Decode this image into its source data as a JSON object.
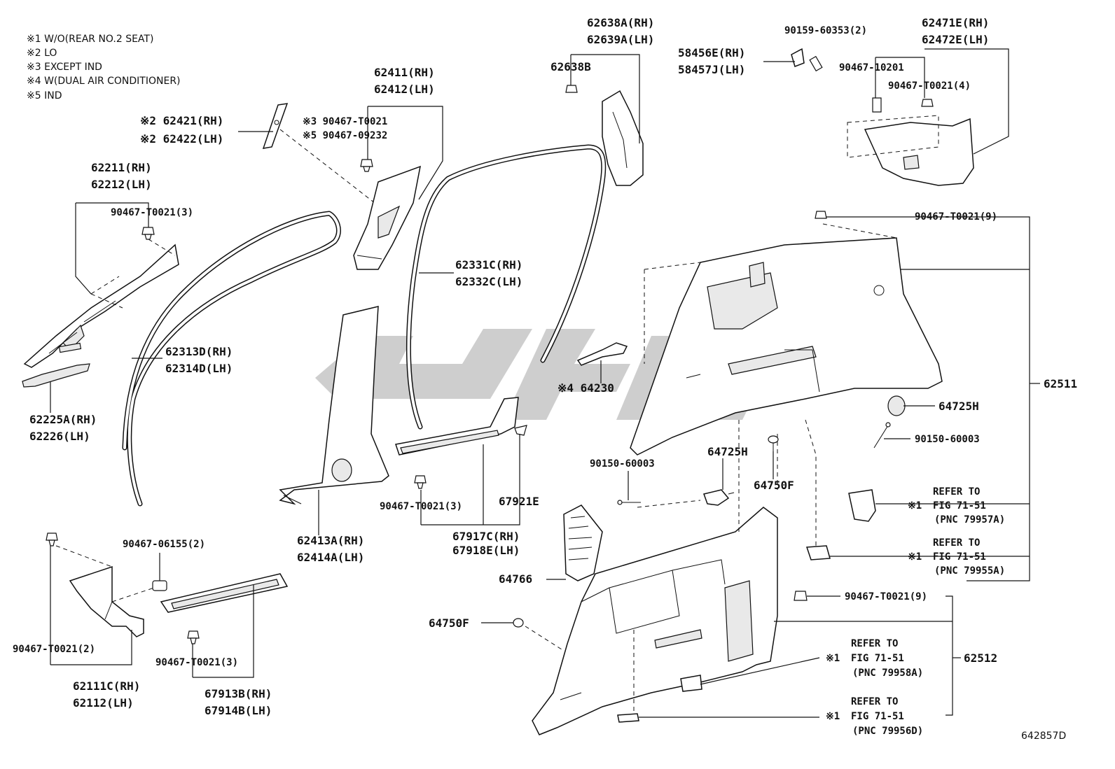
{
  "notes": [
    "※1 W/O(REAR NO.2 SEAT)",
    "※2 LO",
    "※3 EXCEPT IND",
    "※4 W(DUAL AIR CONDITIONER)",
    "※5 IND"
  ],
  "parts": {
    "p62638A": "62638A(RH)",
    "p62639A": "62639A(LH)",
    "p62638B": "62638B",
    "p90159_60353": "90159-60353(2)",
    "p58456E": "58456E(RH)",
    "p58457J": "58457J(LH)",
    "p62471E": "62471E(RH)",
    "p62472E": "62472E(LH)",
    "p90467_10201": "90467-10201",
    "p90467_T0021_4": "90467-T0021(4)",
    "p62411": "62411(RH)",
    "p62412": "62412(LH)",
    "p62421": "※2 62421(RH)",
    "p62422": "※2 62422(LH)",
    "p90467_T0021_s3": "※3 90467-T0021",
    "p90467_09232_s5": "※5 90467-09232",
    "p62211": "62211(RH)",
    "p62212": "62212(LH)",
    "p90467_T0021_3a": "90467-T0021(3)",
    "p62331C": "62331C(RH)",
    "p62332C": "62332C(LH)",
    "p62313D": "62313D(RH)",
    "p62314D": "62314D(LH)",
    "p62225A": "62225A(RH)",
    "p62226": "62226(LH)",
    "p90467_T0021_9a": "90467-T0021(9)",
    "p62511": "62511",
    "p64230": "※4 64230",
    "p64725H_a": "64725H",
    "p90150_60003_a": "90150-60003",
    "p90150_60003_b": "90150-60003",
    "p64725H_b": "64725H",
    "p64750F_a": "64750F",
    "p90467_T0021_3b": "90467-T0021(3)",
    "p67921E": "67921E",
    "p67917C": "67917C(RH)",
    "p67918E": "67918E(LH)",
    "p62413A": "62413A(RH)",
    "p62414A": "62414A(LH)",
    "p90467_06155": "90467-06155(2)",
    "p90467_T0021_2": "90467-T0021(2)",
    "p62111C": "62111C(RH)",
    "p62112": "62112(LH)",
    "p90467_T0021_3c": "90467-T0021(3)",
    "p67913B": "67913B(RH)",
    "p67914B": "67914B(LH)",
    "p64766": "64766",
    "p64750F_b": "64750F",
    "p90467_T0021_9b": "90467-T0021(9)",
    "p62512": "62512"
  },
  "refs": [
    {
      "mark": "※1",
      "line1": "REFER TO",
      "line2": "FIG 71-51",
      "line3": "(PNC 79957A)"
    },
    {
      "mark": "※1",
      "line1": "REFER TO",
      "line2": "FIG 71-51",
      "line3": "(PNC 79955A)"
    },
    {
      "mark": "※1",
      "line1": "REFER TO",
      "line2": "FIG 71-51",
      "line3": "(PNC 79958A)"
    },
    {
      "mark": "※1",
      "line1": "REFER TO",
      "line2": "FIG 71-51",
      "line3": "(PNC 79956D)"
    }
  ],
  "figure_id": "642857D",
  "colors": {
    "ink": "#111111",
    "watermark": "#bdbdbd",
    "background": "#ffffff"
  }
}
